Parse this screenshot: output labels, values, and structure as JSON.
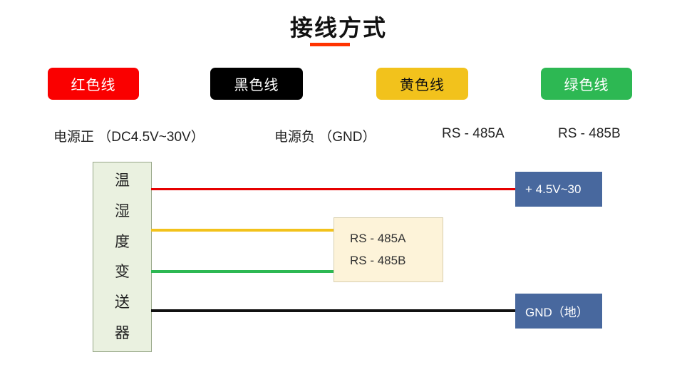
{
  "title": "接线方式",
  "title_underline_color": "#ff3300",
  "legend": [
    {
      "label": "红色线",
      "desc": "电源正 （DC4.5V~30V）",
      "box_color": "#fa0000",
      "label_color": "#ffffff"
    },
    {
      "label": "黑色线",
      "desc": "电源负 （GND）",
      "box_color": "#000000",
      "label_color": "#ffffff"
    },
    {
      "label": "黄色线",
      "desc": "RS - 485A",
      "box_color": "#f2c21c",
      "label_color": "#111111"
    },
    {
      "label": "绿色线",
      "desc": "RS - 485B",
      "box_color": "#2db853",
      "label_color": "#ffffff"
    }
  ],
  "diagram": {
    "device_chars": [
      "温",
      "湿",
      "度",
      "变",
      "送",
      "器"
    ],
    "device_label": "温湿度变送器",
    "device_box_bg": "#eaf1e0",
    "terminal_box_color": "#48689e",
    "power_terminal_label": "+ 4.5V~30",
    "gnd_terminal_label": "GND（地）",
    "rs485_box_bg": "#fdf3d9",
    "rs485_lines": [
      "RS - 485A",
      "RS - 485B"
    ],
    "wires": [
      {
        "name": "red-wire",
        "color": "#e60000"
      },
      {
        "name": "yellow-wire",
        "color": "#f2c21c"
      },
      {
        "name": "green-wire",
        "color": "#2db853"
      },
      {
        "name": "black-wire",
        "color": "#111111"
      }
    ]
  }
}
